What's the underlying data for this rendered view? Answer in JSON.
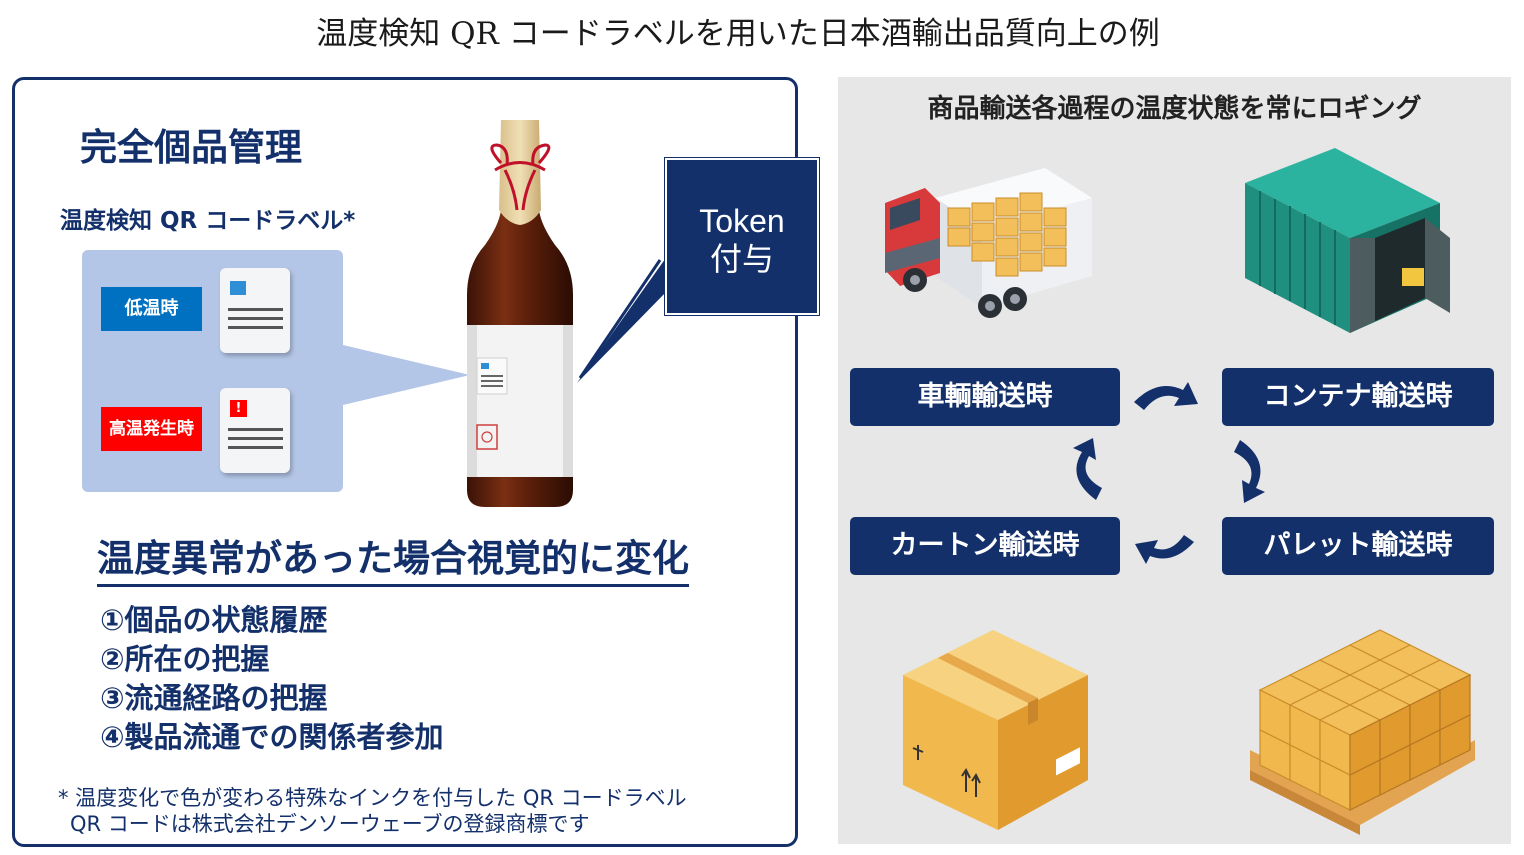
{
  "title": "温度検知 QR コードラベルを用いた日本酒輸出品質向上の例",
  "left": {
    "heading": "完全個品管理",
    "label_title": "温度検知 QR コードラベル*",
    "badge_low": "低温時",
    "badge_high": "高温発生時",
    "alert_mark": "!",
    "sub_heading": "温度異常があった場合視覚的に変化",
    "items": [
      "①個品の状態履歴",
      "②所在の把握",
      "③流通経路の把握",
      "④製品流通での関係者参加"
    ],
    "footnote_1": "* 温度変化で色が変わる特殊なインクを付与した QR コードラベル",
    "footnote_2": "QR コードは株式会社デンソーウェーブの登録商標です"
  },
  "token": {
    "line1": "Token",
    "line2": "付与"
  },
  "right": {
    "heading": "商品輸送各過程の温度状態を常にロギング",
    "stages": [
      "車輌輸送時",
      "コンテナ輸送時",
      "パレット輸送時",
      "カートン輸送時"
    ]
  },
  "icons": [
    "sake-bottle-icon",
    "truck-icon",
    "shipping-container-icon",
    "cardboard-box-icon",
    "pallet-boxes-icon",
    "cycle-arrow-icon"
  ],
  "colors": {
    "navy": "#13306b",
    "light_blue_box": "#b4c6e7",
    "badge_blue": "#0070c0",
    "badge_red": "#ff0000",
    "panel_gray": "#e7e7e7",
    "box_yellow": "#f3bf5a"
  }
}
